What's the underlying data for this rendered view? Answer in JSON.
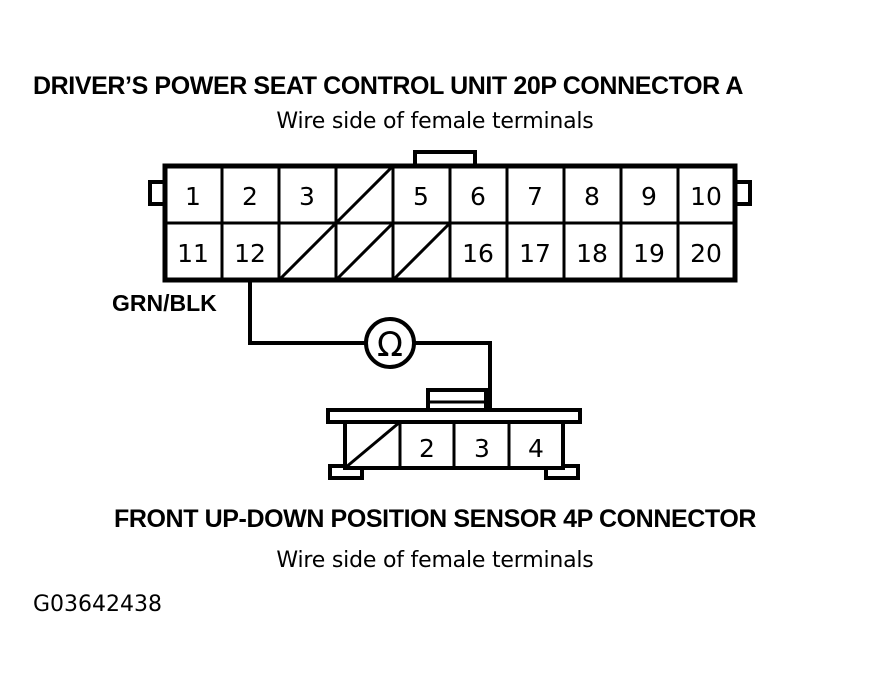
{
  "figure": {
    "reference_code": "G03642438",
    "ink_color": "#000000",
    "background_color": "#ffffff"
  },
  "top_connector": {
    "title": "DRIVER’S POWER SEAT CONTROL UNIT 20P CONNECTOR A",
    "subtitle": "Wire side of female terminals",
    "pin_count": "20P",
    "rows": [
      [
        {
          "label": "1",
          "blank": false
        },
        {
          "label": "2",
          "blank": false
        },
        {
          "label": "3",
          "blank": false
        },
        {
          "label": "",
          "blank": true
        },
        {
          "label": "5",
          "blank": false
        },
        {
          "label": "6",
          "blank": false
        },
        {
          "label": "7",
          "blank": false
        },
        {
          "label": "8",
          "blank": false
        },
        {
          "label": "9",
          "blank": false
        },
        {
          "label": "10",
          "blank": false
        }
      ],
      [
        {
          "label": "11",
          "blank": false
        },
        {
          "label": "12",
          "blank": false
        },
        {
          "label": "",
          "blank": true
        },
        {
          "label": "",
          "blank": true
        },
        {
          "label": "",
          "blank": true
        },
        {
          "label": "16",
          "blank": false
        },
        {
          "label": "17",
          "blank": false
        },
        {
          "label": "18",
          "blank": false
        },
        {
          "label": "19",
          "blank": false
        },
        {
          "label": "20",
          "blank": false
        }
      ]
    ]
  },
  "bottom_connector": {
    "title": "FRONT UP-DOWN POSITION SENSOR 4P CONNECTOR",
    "subtitle": "Wire side of female terminals",
    "pin_count": "4P",
    "cells": [
      {
        "label": "",
        "blank": true
      },
      {
        "label": "2",
        "blank": false
      },
      {
        "label": "3",
        "blank": false
      },
      {
        "label": "4",
        "blank": false
      }
    ]
  },
  "wire": {
    "label": "GRN/BLK",
    "from_pin": "12",
    "to_pin": "3"
  },
  "meter": {
    "symbol": "Ω",
    "name": "ohmmeter"
  }
}
